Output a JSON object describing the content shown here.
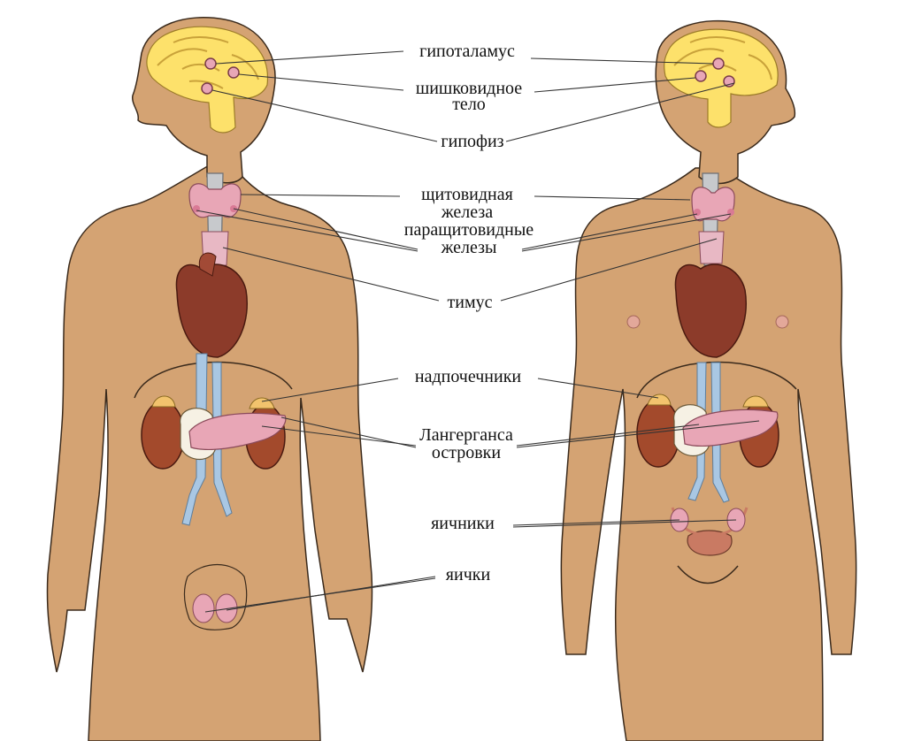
{
  "labels": {
    "hypothalamus": "гипоталамус",
    "pineal_line1": "шишковидное",
    "pineal_line2": "тело",
    "pituitary": "гипофиз",
    "thyroid_line1": "щитовидная",
    "thyroid_line2": "железа",
    "parathyroid_line1": "паращитовидные",
    "parathyroid_line2": "железы",
    "thymus": "тимус",
    "adrenals": "надпочечники",
    "islets_line1": "Лангерганса",
    "islets_line2": "островки",
    "ovaries": "яичники",
    "testes": "яички"
  },
  "colors": {
    "skin": "#d4a373",
    "skin_outline": "#3a2a1c",
    "brain": "#fde16b",
    "gland": "#e8a6b6",
    "heart": "#8c3b2a",
    "kidney": "#a34a2c",
    "vessel": "#a9c7e3",
    "leader": "#333333"
  }
}
